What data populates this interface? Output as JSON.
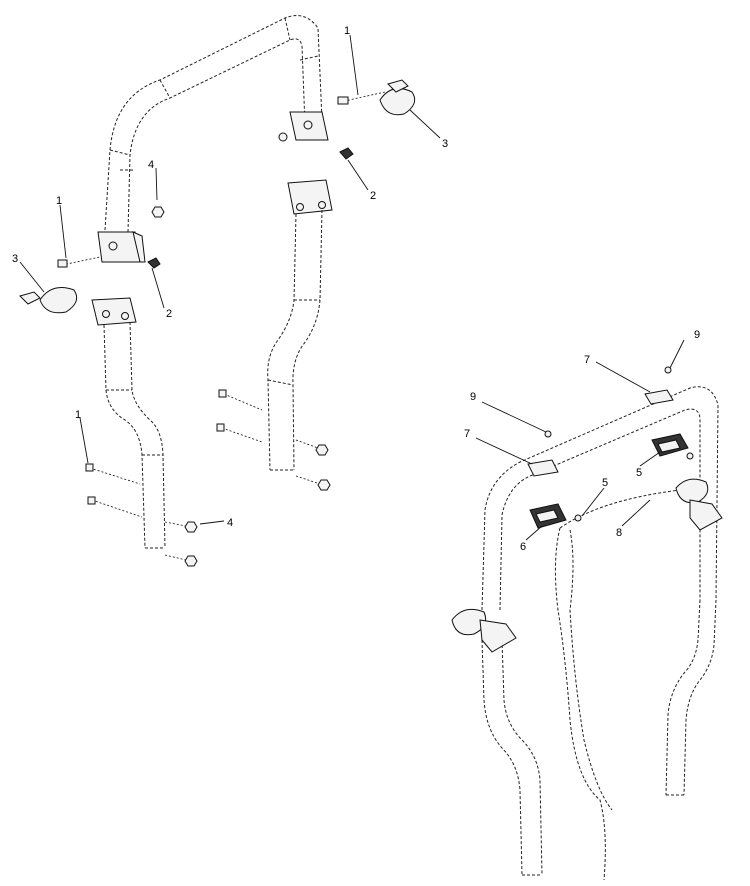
{
  "callouts": [
    {
      "label": "1"
    },
    {
      "label": "3"
    },
    {
      "label": "2"
    },
    {
      "label": "4"
    },
    {
      "label": "1"
    },
    {
      "label": "3"
    },
    {
      "label": "2"
    },
    {
      "label": "1"
    },
    {
      "label": "4"
    },
    {
      "label": "9"
    },
    {
      "label": "7"
    },
    {
      "label": "9"
    },
    {
      "label": "7"
    },
    {
      "label": "5"
    },
    {
      "label": "5"
    },
    {
      "label": "6"
    },
    {
      "label": "8"
    }
  ]
}
